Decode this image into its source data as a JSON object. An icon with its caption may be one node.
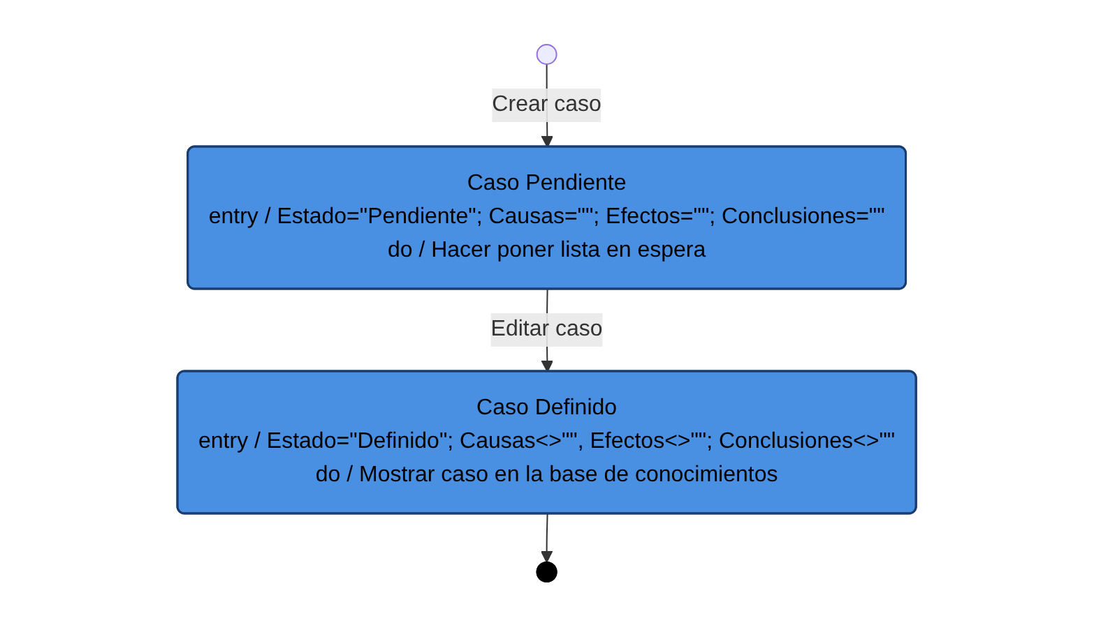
{
  "diagram": {
    "nodes": [
      {
        "text": [],
        "shape": "circle"
      },
      {
        "text": [
          "Caso Pendiente",
          "entry / Estado=\"Pendiente\"; Causas=\"\"; Efectos=\"\"; Conclusiones=\"\"",
          "do / Hacer poner lista en espera"
        ]
      },
      {
        "text": [
          "Caso Definido",
          "entry / Estado=\"Definido\"; Causas<>\"\", Efectos<>\"\"; Conclusiones<>\"\"",
          "do / Mostrar caso en la base de conocimientos"
        ]
      },
      {
        "text": [],
        "shape": "bullseye"
      }
    ],
    "edges": [
      {
        "from": 0,
        "to": 1,
        "arrow": "to",
        "label": "Crear caso"
      },
      {
        "from": 1,
        "to": 2,
        "arrow": "to",
        "label": "Editar caso"
      },
      {
        "from": 2,
        "to": 3,
        "arrow": "to"
      }
    ]
  }
}
